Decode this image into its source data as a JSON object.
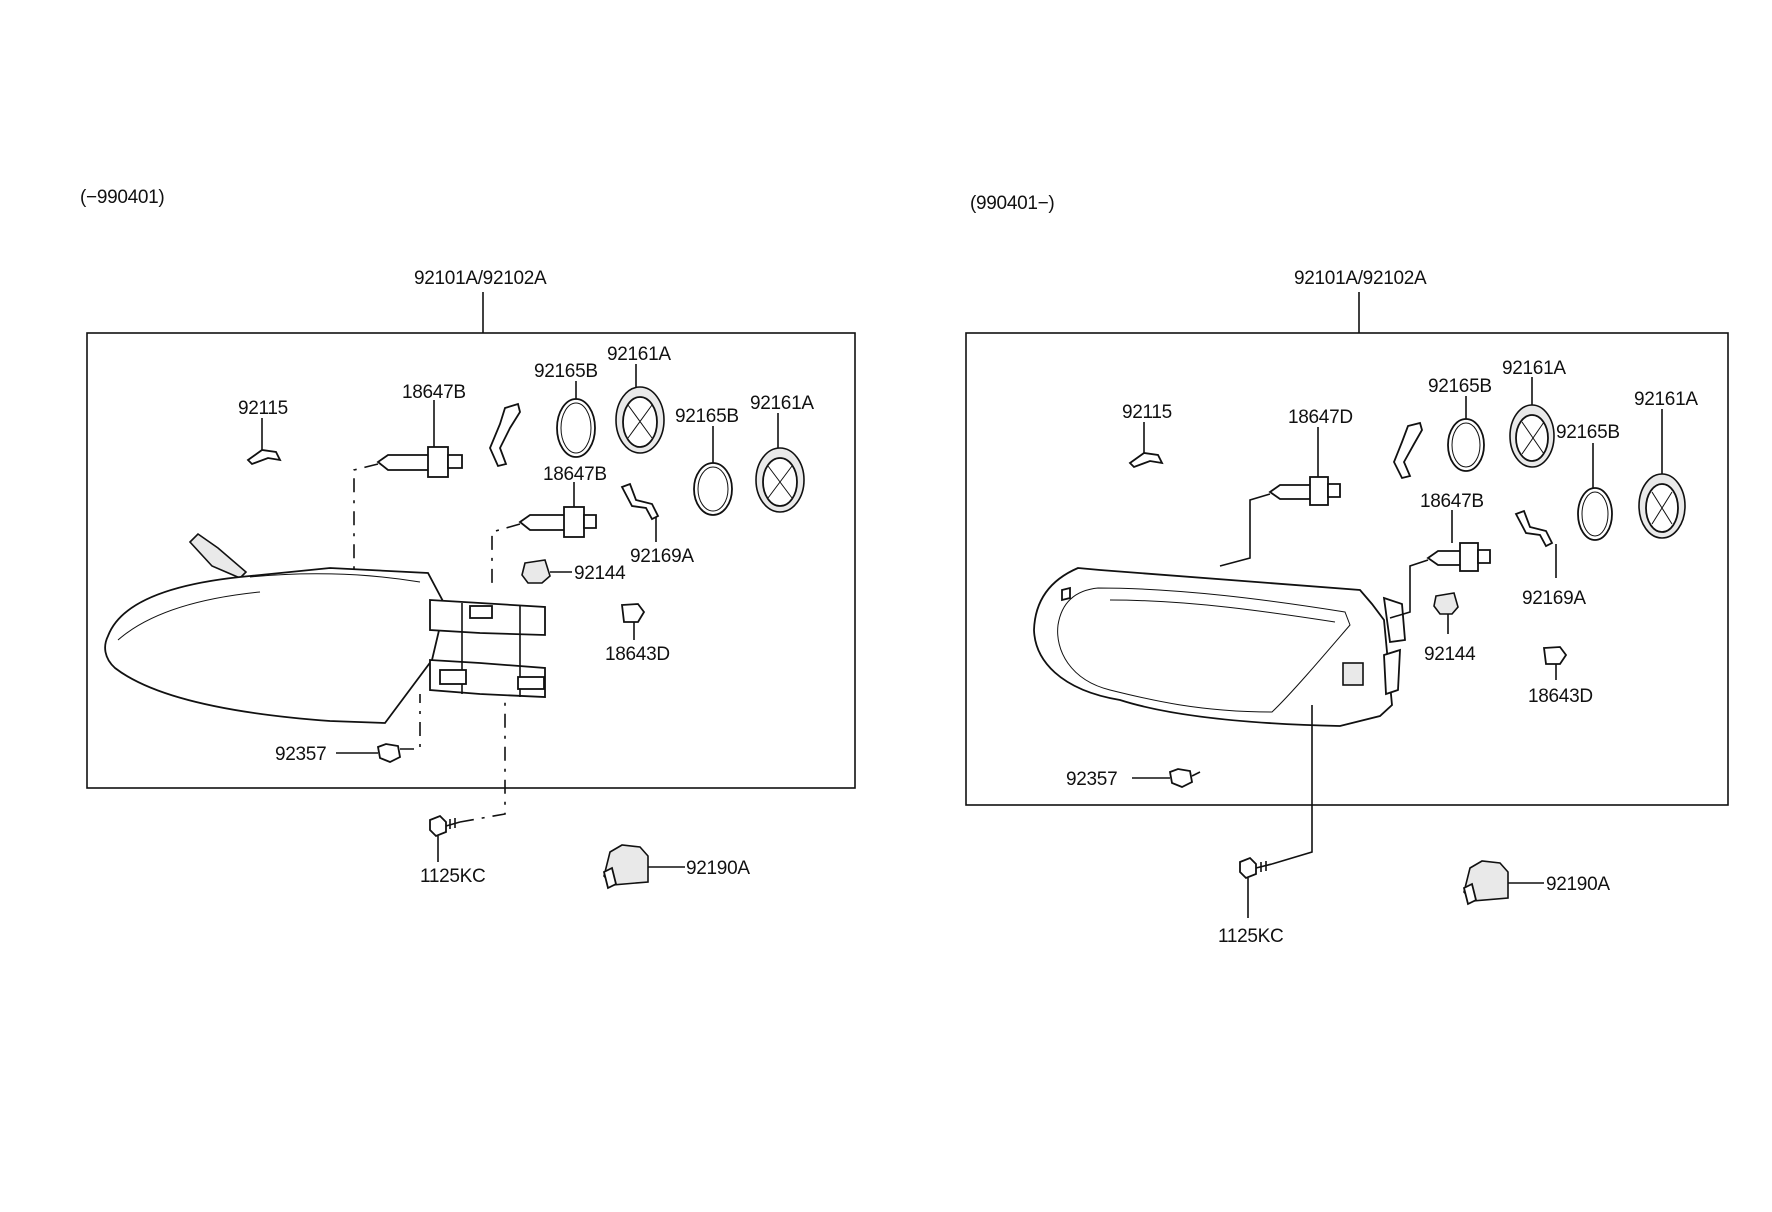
{
  "left_panel": {
    "variant": "(−990401)",
    "assembly": "92101A/92102A",
    "labels": {
      "p92115": "92115",
      "p18647B_upper": "18647B",
      "p92165B_a": "92165B",
      "p92161A_a": "92161A",
      "p92165B_b": "92165B",
      "p92161A_b": "92161A",
      "p18647B_lower": "18647B",
      "p92169A": "92169A",
      "p92144": "92144",
      "p18643D": "18643D",
      "p92357": "92357",
      "p1125KC": "1125KC",
      "p92190A": "92190A"
    }
  },
  "right_panel": {
    "variant": "(990401−)",
    "assembly": "92101A/92102A",
    "labels": {
      "p92115": "92115",
      "p18647D": "18647D",
      "p92165B_a": "92165B",
      "p92161A_a": "92161A",
      "p92165B_b": "92165B",
      "p92161A_b": "92161A",
      "p18647B": "18647B",
      "p92169A": "92169A",
      "p92144": "92144",
      "p18643D": "18643D",
      "p92357": "92357",
      "p1125KC": "1125KC",
      "p92190A": "92190A"
    }
  }
}
